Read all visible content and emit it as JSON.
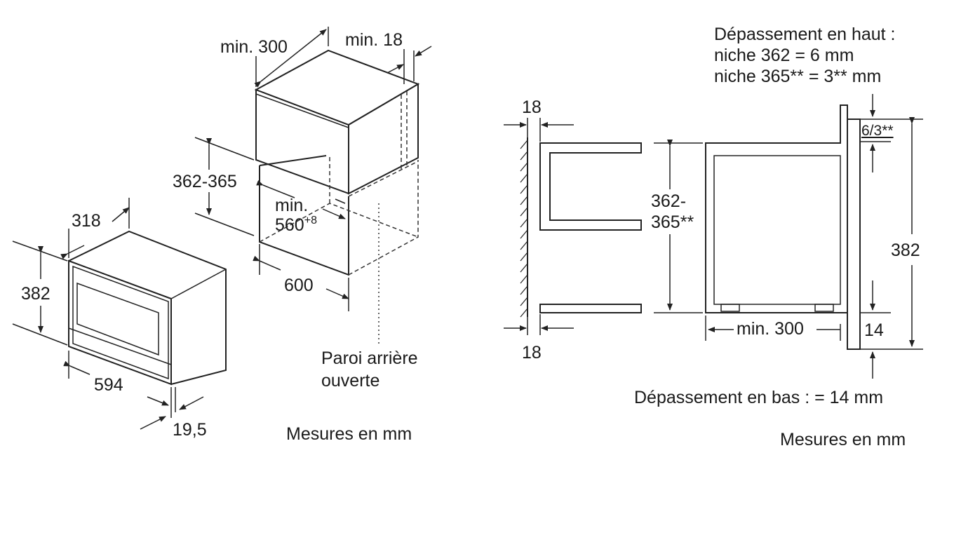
{
  "left_view": {
    "appliance": {
      "width": "594",
      "height": "382",
      "depth": "318",
      "front_panel": "19,5"
    },
    "niche": {
      "height": "362-365",
      "width": "600",
      "depth_min": "min. 300",
      "side_min": "min. 18",
      "opening_min_label": "min.",
      "opening_min_value": "560",
      "opening_min_tol": "+8"
    },
    "rear_wall_line1": "Paroi arrière",
    "rear_wall_line2": "ouverte",
    "units_note": "Mesures en mm"
  },
  "right_view": {
    "top_overhang_title": "Dépassement en haut :",
    "top_overhang_line1": "niche 362 = 6 mm",
    "top_overhang_line2": "niche 365** = 3** mm",
    "panel_top": "18",
    "panel_bottom": "18",
    "niche_height_line1": "362-",
    "niche_height_line2": "365**",
    "top_gap": "6/3**",
    "appliance_height": "382",
    "bottom_gap": "14",
    "depth_min": "min. 300",
    "bottom_overhang": "Dépassement en bas : = 14 mm",
    "units_note": "Mesures en mm"
  }
}
